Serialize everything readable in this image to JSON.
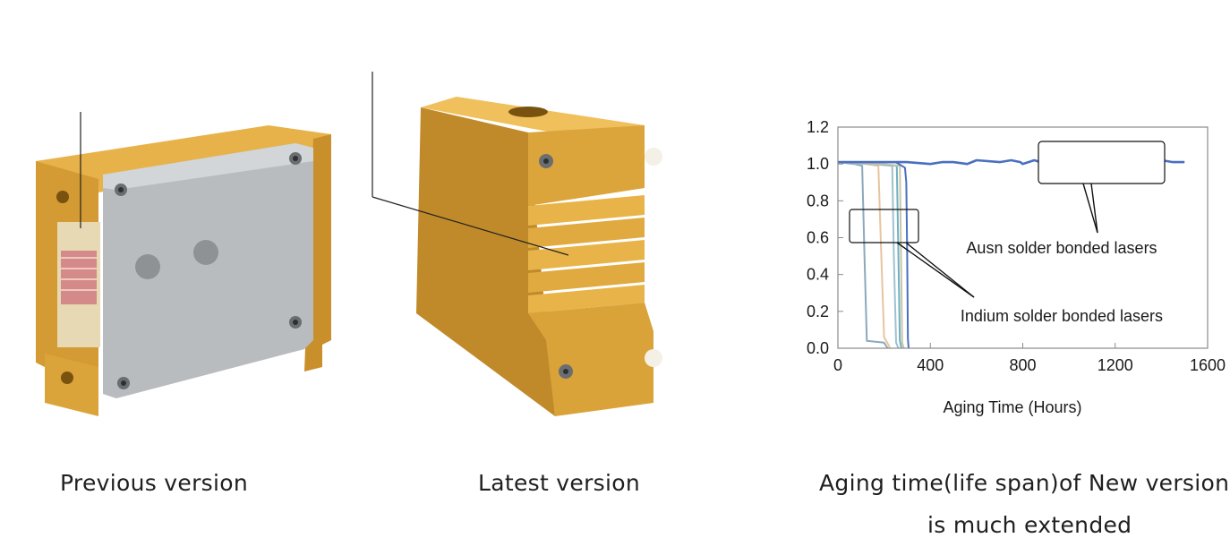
{
  "captions": {
    "previous": "Previous version",
    "latest": "Latest version",
    "aging_line1": "Aging time(life span)of New version",
    "aging_line2": "is much extended"
  },
  "colors": {
    "gold_light": "#f2c85a",
    "gold": "#dca53c",
    "gold_dark": "#b07e22",
    "steel": "#b9bdc0",
    "ausn_line": "#4a6fc0"
  },
  "chart_data": {
    "type": "line",
    "title": "",
    "xlabel": "Aging Time (Hours)",
    "ylabel": "",
    "xlim": [
      0,
      1600
    ],
    "ylim": [
      0,
      1.2
    ],
    "x_ticks": [
      "0",
      "400",
      "800",
      "1200",
      "1600"
    ],
    "y_ticks": [
      "0.0",
      "0.2",
      "0.4",
      "0.6",
      "0.8",
      "1.0",
      "1.2"
    ],
    "grid": false,
    "annotations": [
      {
        "text": "Ausn solder bonded lasers"
      },
      {
        "text": "Indium  solder bonded  lasers"
      }
    ],
    "series": [
      {
        "color": "#8ca8bc",
        "x": [
          0,
          70,
          105,
          115,
          125,
          200,
          215
        ],
        "y": [
          1.01,
          1.0,
          0.99,
          0.5,
          0.04,
          0.03,
          0.0
        ]
      },
      {
        "color": "#e8c4a0",
        "x": [
          0,
          120,
          175,
          185,
          200,
          218,
          225
        ],
        "y": [
          1.01,
          1.0,
          0.99,
          0.6,
          0.06,
          0.02,
          0.0
        ]
      },
      {
        "color": "#9fc2d0",
        "x": [
          0,
          150,
          235,
          242,
          252,
          262
        ],
        "y": [
          1.01,
          1.0,
          0.99,
          0.5,
          0.03,
          0.0
        ]
      },
      {
        "color": "#6fb0c0",
        "x": [
          0,
          180,
          255,
          262,
          268,
          275
        ],
        "y": [
          1.01,
          1.0,
          0.99,
          0.5,
          0.04,
          0.0
        ]
      },
      {
        "color": "#c9c4a8",
        "x": [
          0,
          200,
          268,
          273,
          278,
          285
        ],
        "y": [
          1.01,
          1.0,
          0.99,
          0.5,
          0.03,
          0.0
        ]
      },
      {
        "color": "#4a6fc0",
        "x": [
          0,
          250,
          290,
          296,
          300,
          303,
          306
        ],
        "y": [
          1.01,
          1.01,
          0.98,
          0.9,
          0.5,
          0.05,
          0.0
        ]
      },
      {
        "color": "#4a6fc0",
        "x": [
          0,
          100,
          200,
          300,
          400,
          450,
          500,
          560,
          600,
          700,
          750,
          790,
          800,
          850,
          900,
          1000,
          1050,
          1100,
          1150,
          1200,
          1250,
          1300,
          1350,
          1400,
          1450,
          1500
        ],
        "y": [
          1.01,
          1.01,
          1.01,
          1.01,
          1.0,
          1.01,
          1.01,
          1.0,
          1.02,
          1.01,
          1.02,
          1.01,
          1.0,
          1.02,
          1.0,
          1.0,
          1.01,
          1.0,
          1.01,
          1.0,
          1.0,
          1.01,
          1.0,
          1.02,
          1.01,
          1.01
        ]
      }
    ]
  }
}
